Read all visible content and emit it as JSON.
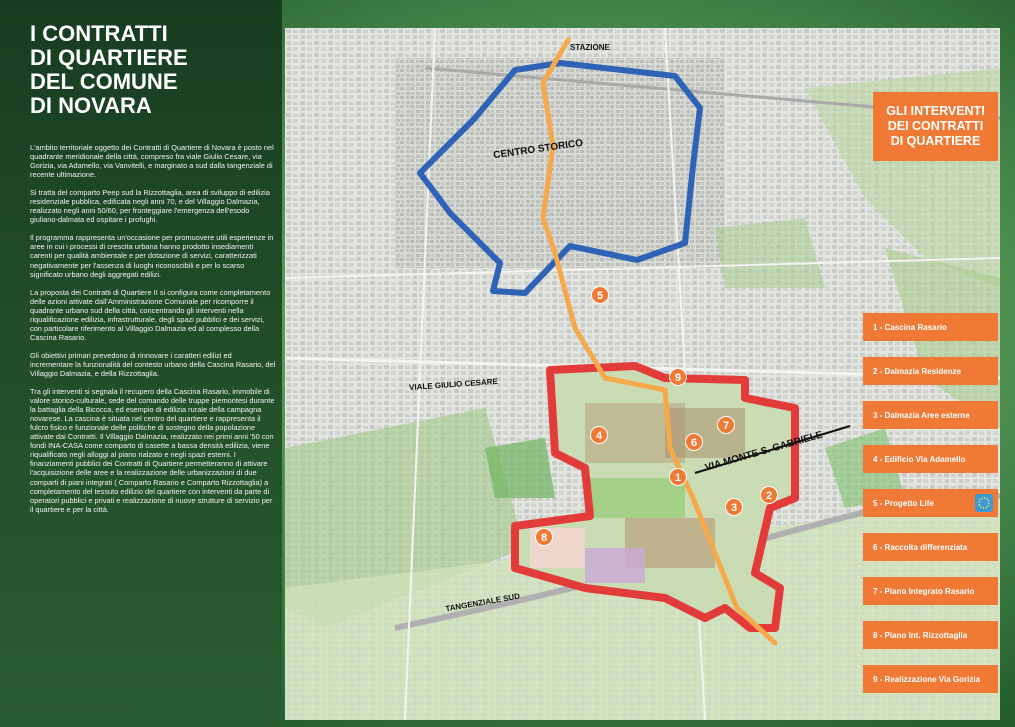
{
  "title_lines": [
    "I CONTRATTI",
    "DI QUARTIERE",
    "DEL COMUNE",
    "DI NOVARA"
  ],
  "paragraphs": [
    "L'ambito territoriale oggetto dei Contratti di Quartiere di Novara è posto nel quadrante meridionale della città, compreso fra viale Giulio Cesare, via Gorizia, via Adamello, via Vanvitelli, e marginato a sud dalla tangenziale di recente ultimazione.",
    "Si tratta del comparto Peep sud la Rizzottaglia, area di sviluppo di edilizia residenziale pubblica, edificata negli anni 70, e del Villaggio Dalmazia, realizzato negli anni 50/60, per fronteggiare l'emergenza dell'esodo giuliano-dalmata ed ospitare i profughi.",
    "Il programma rappresenta un'occasione per promuovere utili esperienze in aree in cui i processi di crescita urbana hanno prodotto insediamenti carenti per qualità ambientale e per dotazione di servizi, caratterizzati negativamente per l'assenza di luoghi riconoscibili e per lo scarso significato urbano degli aggregati edilizi.",
    "La proposta dei Contratti di Quartiere II si configura come completamento delle azioni attivate dall'Amministrazione Comunale per ricomporre il quadrante urbano sud della città, concentrando gli interventi nella riqualificazione edilizia, infrastrutturale, degli spazi pubblici e dei servizi, con particolare riferimento al Villaggio Dalmazia ed al complesso della Cascina Rasario.",
    "Gli obiettivi primari prevedono di rinnovare i caratteri edilizi ed incrementare la funzionalità del contesto urbano della Cascina Rasario, del Villaggio Dalmazia, e della Rizzottaglia.",
    "Tra gli interventi si segnala il recupero della Cascina Rasario, immobile di valore storico-culturale, sede del comando delle truppe piemontesi durante la battaglia della Bicocca, ed esempio di edilizia rurale della campagna novarese. La cascina è situata nel centro del quartiere e rappresenta il fulcro fisico e funzionale delle politiche di sostegno della popolazione attivate dai Contratti. Il Villaggio Dalmazia, realizzato nei primi anni '50 con fondi INA-CASA come comparto di casette a bassa densità edilizia, viene riqualificato negli alloggi al piano rialzato e negli spazi esterni. I finanziamenti pubblici dei Contratti di Quartiere permetteranno di attivare l'acquisizione delle aree e la realizzazione delle urbanizzazioni di due comparti di piani integrati ( Comparto Rasario e Comparto Rizzottaglia) a completamento del tessuto edilizio del quartiere con interventi da parte di operatori pubblici e privati e realizzazione di nuove strutture di servizio per il quartiere e per la città."
  ],
  "map_labels": {
    "stazione": "STAZIONE",
    "centro": "CENTRO STORICO",
    "viale": "VIALE GIULIO CESARE",
    "via_monte": "VIA MONTE S. GABRIELE",
    "tangenziale": "TANGENZIALE SUD"
  },
  "markers": [
    "1",
    "2",
    "3",
    "4",
    "5",
    "6",
    "7",
    "8",
    "9"
  ],
  "legend_header": [
    "GLI INTERVENTI",
    "DEI CONTRATTI",
    "DI QUARTIERE"
  ],
  "legend": [
    "1 - Cascina Rasario",
    "2 - Dalmazia Residenze",
    "3 - Dalmazia Aree esterne",
    "4 - Edificio Via Adamello",
    "5 - Progetto Life",
    "6 - Raccolta differenziata",
    "7 - Piano Integrato Rasario",
    "8 - Piano Int. Rizzottaglia",
    "9 - Realizzazione Via Gorizia"
  ],
  "colors": {
    "orange": "#f07a35",
    "blue_outline": "#2f63b7",
    "red_outline": "#e33a3a",
    "route": "#f6a94a",
    "life_badge": "#3a9ad8"
  },
  "icons": {
    "life": "eu-stars-icon"
  }
}
